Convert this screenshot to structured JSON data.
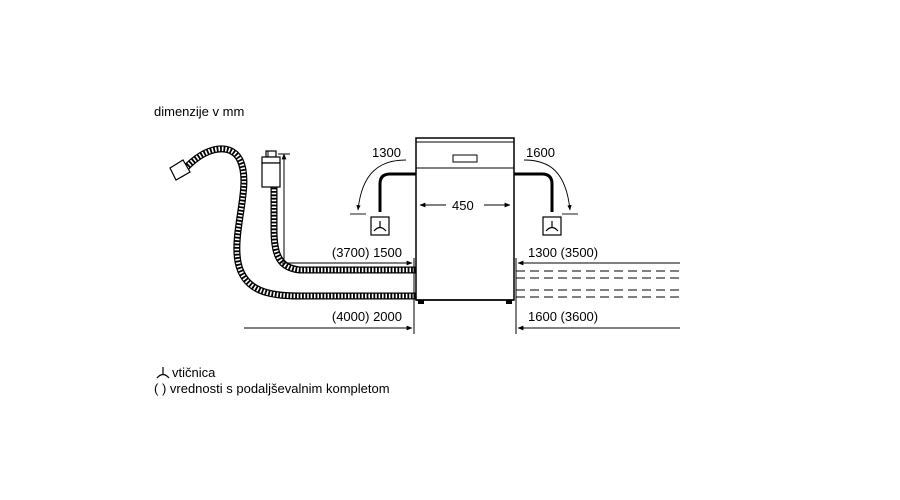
{
  "caption": "dimenzije v mm",
  "dimensions": {
    "top_left": "1300",
    "top_right": "1600",
    "width": "450",
    "left_upper": "(3700) 1500",
    "left_lower": "(4000) 2000",
    "right_upper": "1300 (3500)",
    "right_lower": "1600 (3600)"
  },
  "legend": {
    "socket_text": "vtičnica",
    "parentheses_text": "( ) vrednosti s podaljševalnim kompletom"
  },
  "icons": [
    "socket-icon",
    "dishwasher-outline",
    "water-tap-icon",
    "drain-hose",
    "inlet-hose"
  ]
}
